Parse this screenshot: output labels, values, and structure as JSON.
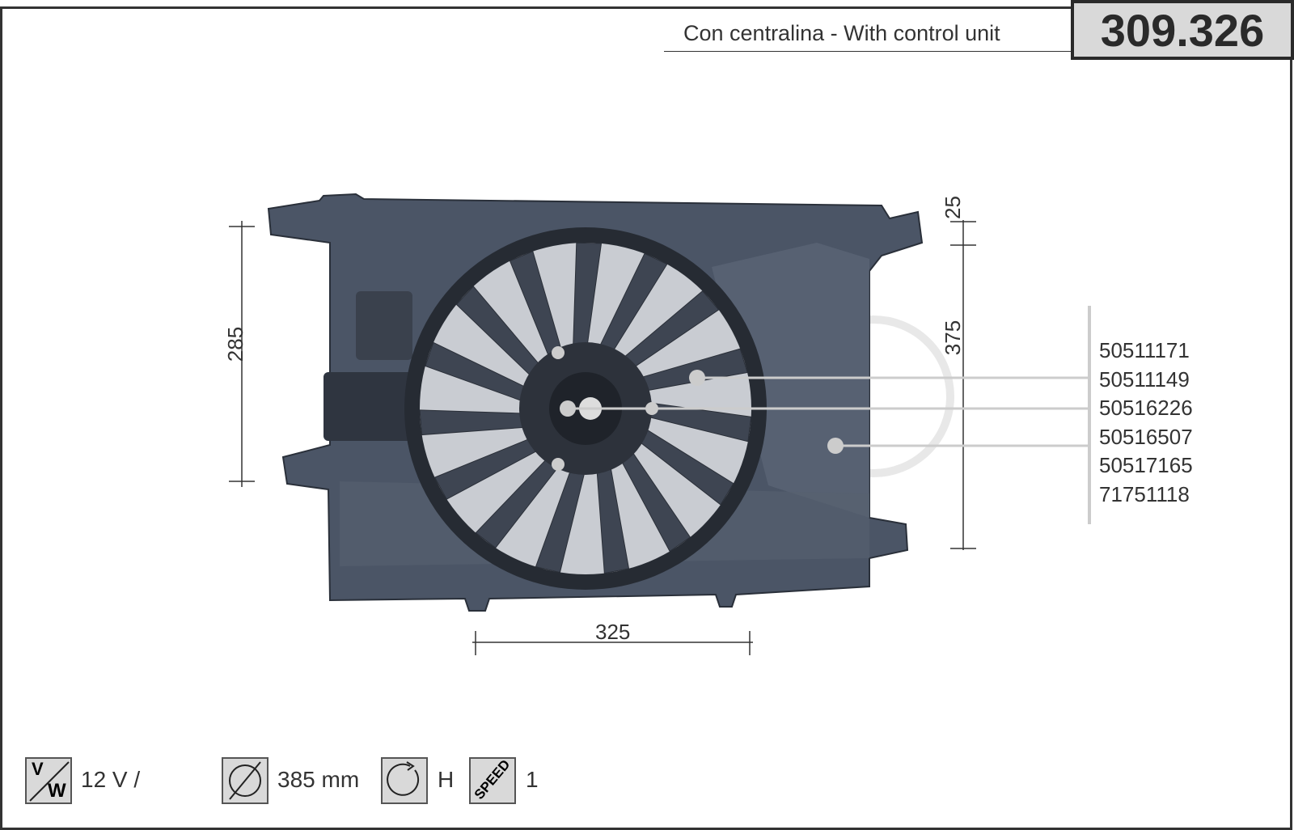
{
  "header": {
    "code": "309.326",
    "subtitle": "Con centralina - With control unit"
  },
  "dimensions": {
    "height_left": "285",
    "width_bottom": "325",
    "height_right": "375",
    "offset_top": "25"
  },
  "part_numbers": [
    "50511171",
    "50511149",
    "50516226",
    "50516507",
    "50517165",
    "71751118"
  ],
  "specs": [
    {
      "icon": "voltage-watt-icon",
      "value": "12 V /"
    },
    {
      "icon": "diameter-icon",
      "value": "385 mm"
    },
    {
      "icon": "rotation-clockwise-icon",
      "value": "H"
    },
    {
      "icon": "speed-icon",
      "icon_text": "SPEED",
      "value": "1"
    }
  ],
  "icon_text": {
    "v": "V",
    "w": "W"
  }
}
